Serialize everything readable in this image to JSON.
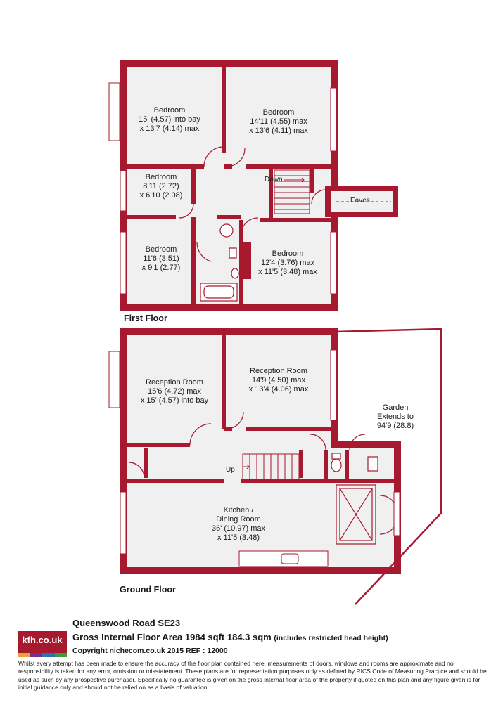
{
  "floors": {
    "first": {
      "label": "First Floor",
      "rooms": [
        {
          "name": "Bedroom",
          "dims": [
            "15' (4.57) into bay",
            "x 13'7 (4.14) max"
          ]
        },
        {
          "name": "Bedroom",
          "dims": [
            "14'11 (4.55) max",
            "x 13'6 (4.11) max"
          ]
        },
        {
          "name": "Bedroom",
          "dims": [
            "8'11 (2.72)",
            "x 6'10 (2.08)"
          ]
        },
        {
          "name": "Bedroom",
          "dims": [
            "11'6 (3.51)",
            "x 9'1 (2.77)"
          ]
        },
        {
          "name": "Bedroom",
          "dims": [
            "12'4 (3.76) max",
            "x 11'5 (3.48) max"
          ]
        }
      ],
      "annotations": {
        "stairs": "Down",
        "eaves": "Eaves"
      }
    },
    "ground": {
      "label": "Ground Floor",
      "rooms": [
        {
          "name": "Reception Room",
          "dims": [
            "15'6 (4.72) max",
            "x 15' (4.57) into bay"
          ]
        },
        {
          "name": "Reception Room",
          "dims": [
            "14'9 (4.50) max",
            "x 13'4 (4.06) max"
          ]
        },
        {
          "name": "Kitchen /",
          "dims": [
            "Dining Room",
            "36' (10.97) max",
            "x 11'5 (3.48)"
          ]
        }
      ],
      "annotations": {
        "stairs": "Up",
        "garden": [
          "Garden",
          "Extends to",
          "94'9 (28.8)"
        ]
      }
    }
  },
  "footer": {
    "logo": "kfh.co.uk",
    "logo_colors": [
      "#e8a33d",
      "#7a2d8a",
      "#2e6fb6",
      "#3f9a3a"
    ],
    "address": "Queenswood Road  SE23",
    "area": "Gross Internal Floor Area 1984 sqft 184.3 sqm",
    "area_note": "(includes restricted head height)",
    "copyright": "Copyright nichecom.co.uk 2015 REF : 12000",
    "disclaimer": "Whilst every attempt has been made to ensure the accuracy of the floor plan contained here, measurements of doors, windows and rooms are approximate and no responsibility is taken for any error, omission or misstatement.  These plans are for representation purposes only as defined by RICS Code of Measuring Practice and should be used as such by any prospective purchaser.  Specifically no guarantee is given on the gross internal floor area of the property if quoted on this plan and any figure given is for initial guidance only and should not be relied on as a basis of valuation."
  },
  "colors": {
    "wall": "#a6192e",
    "floor": "#f0f0f0"
  }
}
